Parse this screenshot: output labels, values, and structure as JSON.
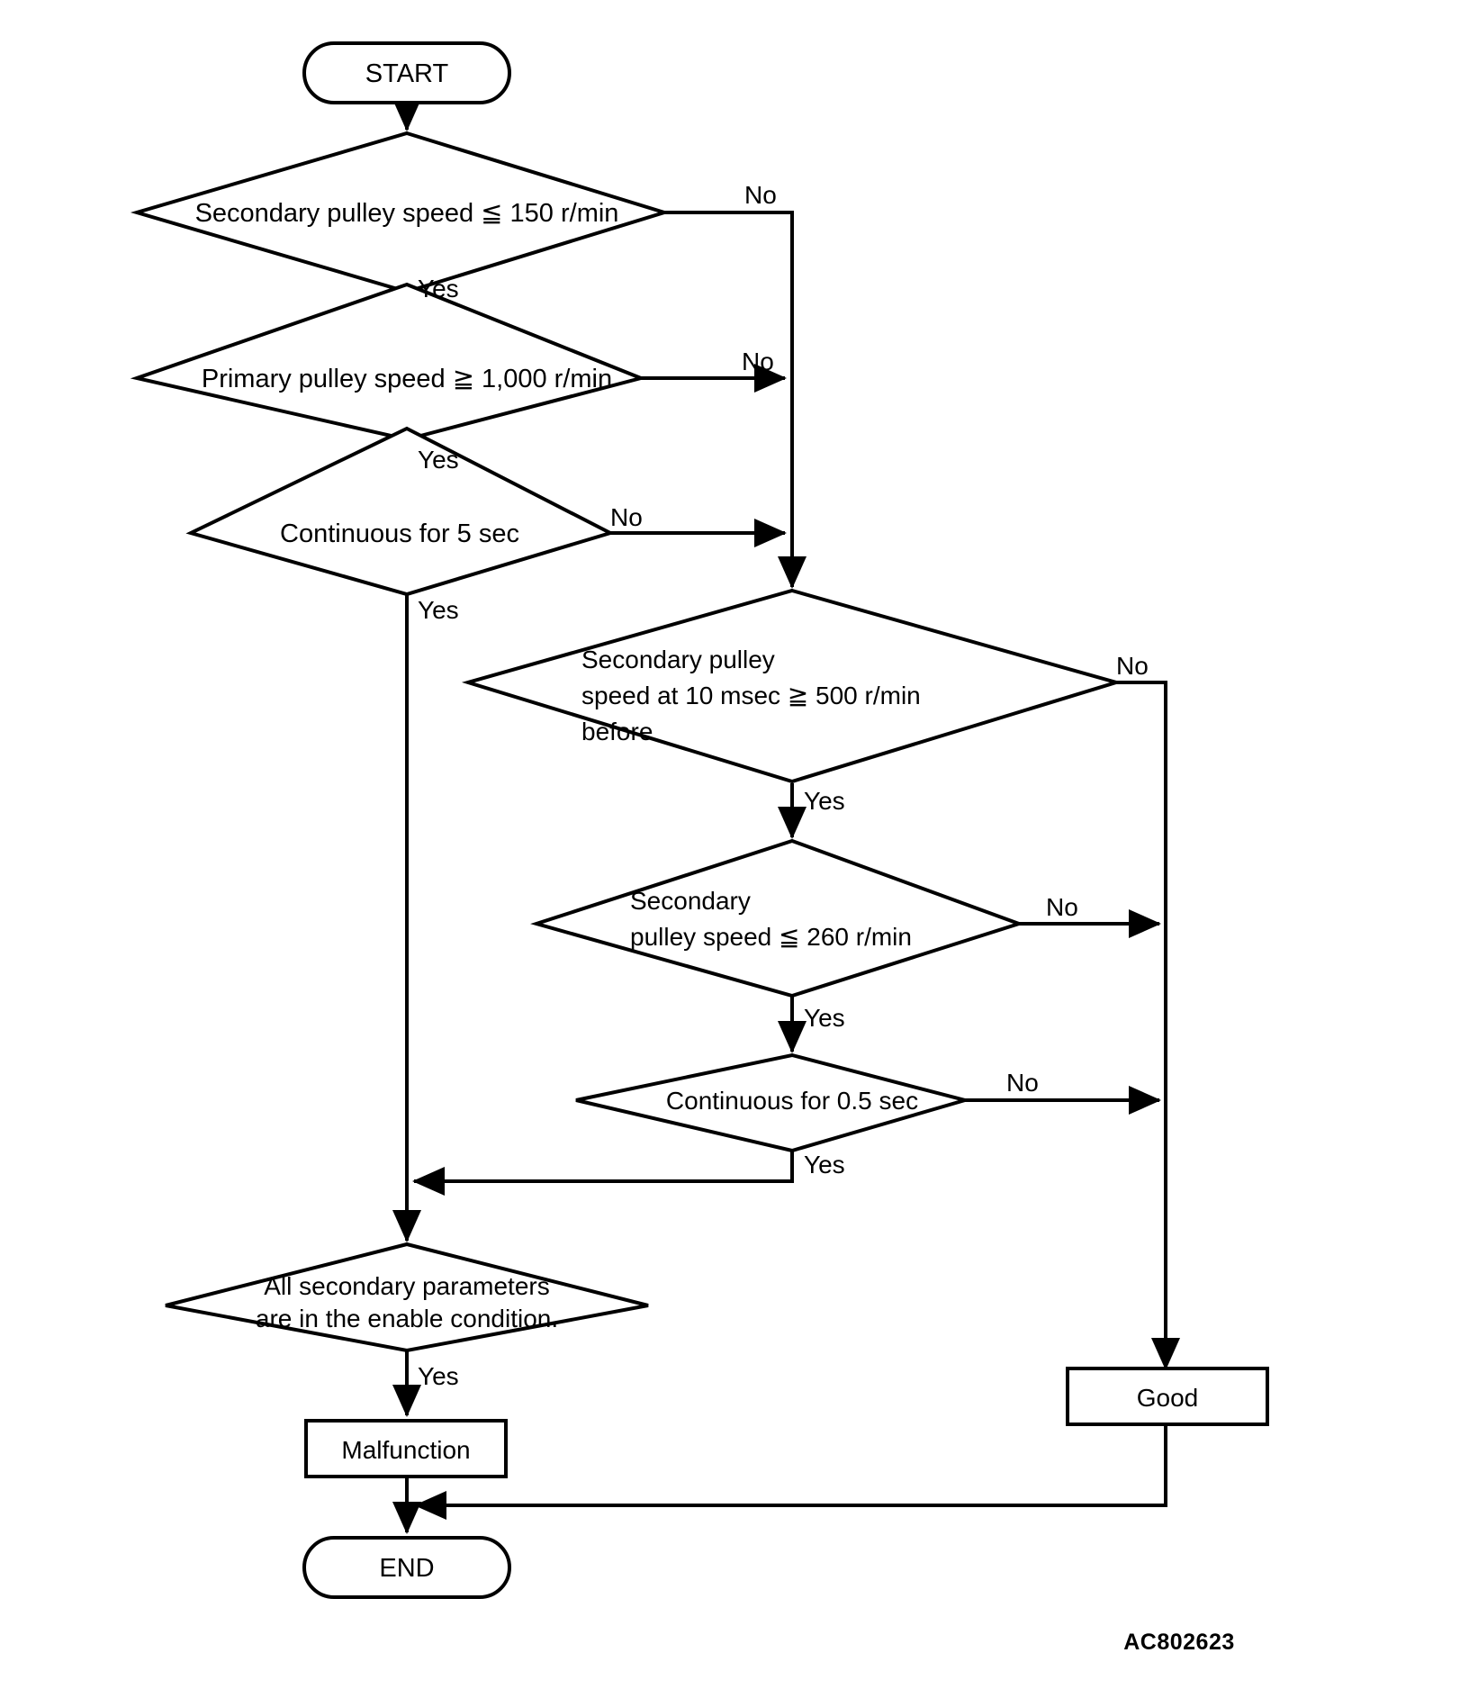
{
  "diagram": {
    "title": "Secondary pulley speed sensor diagnosis flowchart",
    "caption": "AC802623",
    "colors": {
      "stroke": "#000000",
      "fill": "#ffffff",
      "text": "#000000"
    },
    "nodes": {
      "start": {
        "type": "terminator",
        "label": "START"
      },
      "end": {
        "type": "terminator",
        "label": "END"
      },
      "d1": {
        "type": "decision",
        "label": "Secondary pulley speed ≦ 150 r/min"
      },
      "d2": {
        "type": "decision",
        "label": "Primary pulley speed ≧ 1,000 r/min"
      },
      "d3": {
        "type": "decision",
        "label": "Continuous for 5 sec"
      },
      "d4": {
        "type": "decision",
        "line1": "Secondary pulley",
        "line2": "speed at 10 msec ≧  500 r/min",
        "line3": " before"
      },
      "d5": {
        "type": "decision",
        "line1": "Secondary",
        "line2": "pulley speed ≦ 260 r/min"
      },
      "d6": {
        "type": "decision",
        "label": "Continuous for 0.5 sec"
      },
      "d7": {
        "type": "decision",
        "line1": "All secondary parameters",
        "line2": "are in the enable condition."
      },
      "malfunction": {
        "type": "process",
        "label": "Malfunction"
      },
      "good": {
        "type": "process",
        "label": "Good"
      }
    },
    "branch_labels": {
      "d1_no": "No",
      "d1_yes": "Yes",
      "d2_no": "No",
      "d2_yes": "Yes",
      "d3_no": "No",
      "d3_yes": "Yes",
      "d4_no": "No",
      "d4_yes": "Yes",
      "d5_no": "No",
      "d5_yes": "Yes",
      "d6_no": "No",
      "d6_yes": "Yes",
      "d7_yes": "Yes"
    }
  }
}
